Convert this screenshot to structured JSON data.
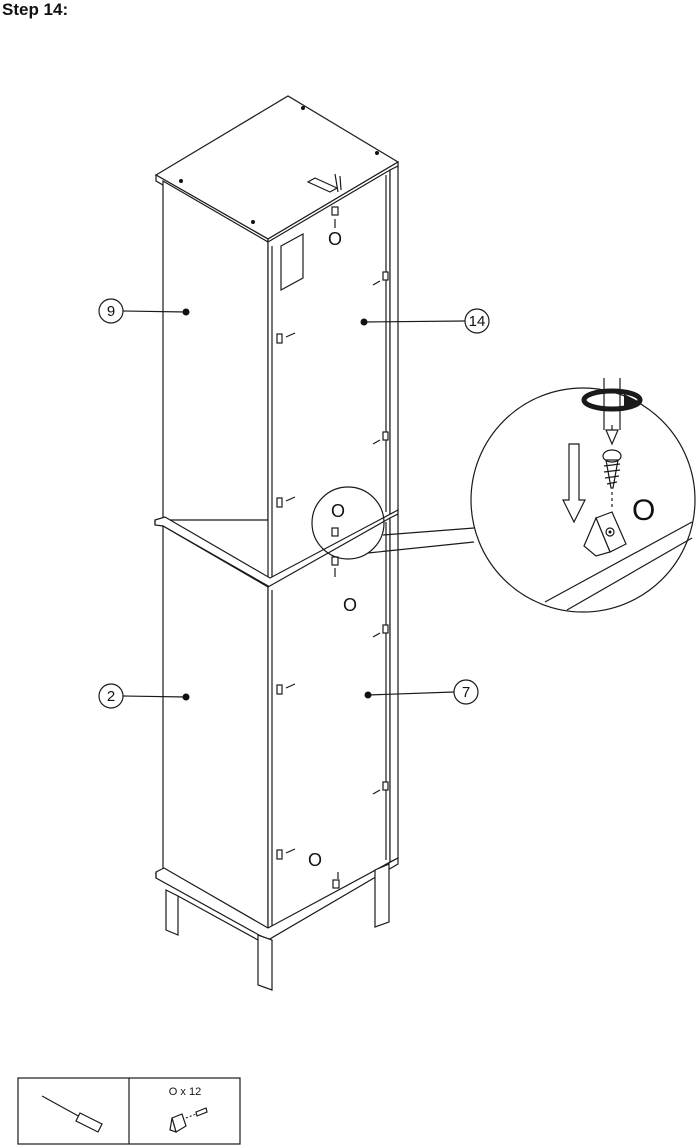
{
  "step": {
    "title": "Step 14:"
  },
  "callouts": {
    "part_9": "9",
    "part_14": "14",
    "part_2": "2",
    "part_7": "7"
  },
  "fastener_letter": "O",
  "hardware_box": {
    "quantity_label": "O x 12",
    "tool_icon": "screwdriver-icon",
    "hardware_icon": "bracket-screw-icon"
  },
  "detail_icons": [
    "screwdriver-icon",
    "rotation-arrow-icon",
    "down-arrow-icon",
    "screw-icon",
    "l-bracket-icon"
  ]
}
